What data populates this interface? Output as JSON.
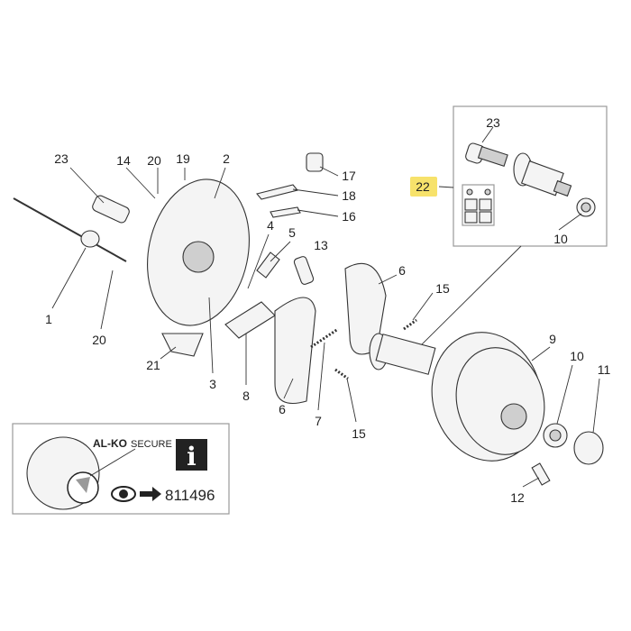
{
  "diagram": {
    "callouts": {
      "c23a": "23",
      "c14": "14",
      "c20a": "20",
      "c19": "19",
      "c2": "2",
      "c17": "17",
      "c18": "18",
      "c16": "16",
      "c4": "4",
      "c5": "5",
      "c13": "13",
      "c6a": "6",
      "c15a": "15",
      "c1": "1",
      "c20b": "20",
      "c21": "21",
      "c3": "3",
      "c8": "8",
      "c6b": "6",
      "c7": "7",
      "c15b": "15",
      "c9": "9",
      "c10a": "10",
      "c11": "11",
      "c12": "12",
      "c22": "22",
      "c23b": "23",
      "c10b": "10"
    },
    "highlight_color": "#f7e26b",
    "secure_box": {
      "brand": "AL-KO",
      "secure": "SECURE",
      "info_icon": "i",
      "part_number": "811496"
    }
  }
}
